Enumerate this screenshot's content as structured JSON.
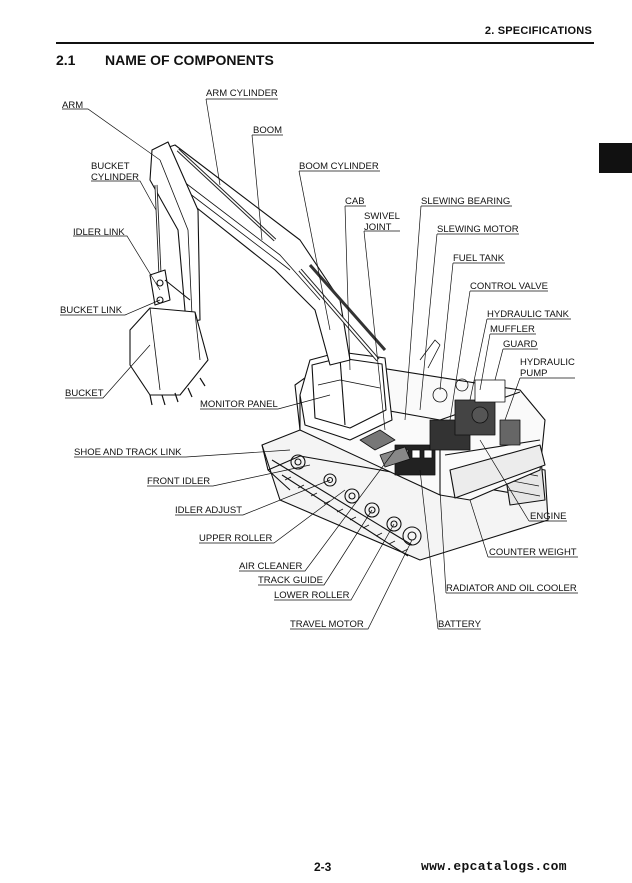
{
  "header": {
    "chapter": "2. SPECIFICATIONS"
  },
  "section": {
    "number": "2.1",
    "title": "NAME OF COMPONENTS"
  },
  "labels": {
    "arm": "ARM",
    "arm_cylinder": "ARM CYLINDER",
    "boom": "BOOM",
    "bucket_cylinder": "BUCKET\nCYLINDER",
    "boom_cylinder": "BOOM CYLINDER",
    "cab": "CAB",
    "slewing_bearing": "SLEWING BEARING",
    "swivel_joint": "SWIVEL\nJOINT",
    "idler_link": "IDLER LINK",
    "slewing_motor": "SLEWING MOTOR",
    "fuel_tank": "FUEL TANK",
    "control_valve": "CONTROL VALVE",
    "bucket_link": "BUCKET LINK",
    "hydraulic_tank": "HYDRAULIC TANK",
    "muffler": "MUFFLER",
    "guard": "GUARD",
    "hydraulic_pump": "HYDRAULIC\nPUMP",
    "bucket": "BUCKET",
    "monitor_panel": "MONITOR PANEL",
    "shoe_and_track_link": "SHOE AND TRACK LINK",
    "front_idler": "FRONT IDLER",
    "idler_adjust": "IDLER ADJUST",
    "engine": "ENGINE",
    "upper_roller": "UPPER ROLLER",
    "counter_weight": "COUNTER WEIGHT",
    "air_cleaner": "AIR CLEANER",
    "track_guide": "TRACK GUIDE",
    "radiator_and_oil_cooler": "RADIATOR AND OIL COOLER",
    "lower_roller": "LOWER ROLLER",
    "travel_motor": "TRAVEL MOTOR",
    "battery": "BATTERY"
  },
  "footer": {
    "page": "2-3",
    "watermark": "www.epcatalogs.com"
  }
}
